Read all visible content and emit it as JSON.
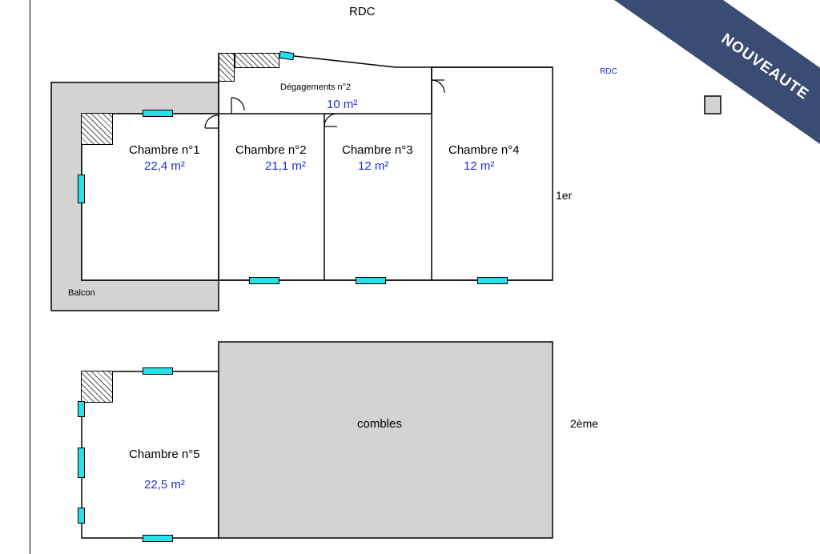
{
  "title": "RDC",
  "legend_rdc": "RDC",
  "badge": "NOUVEAUTE",
  "level_1er": "1er",
  "level_2eme": "2ème",
  "rooms": {
    "degagement": {
      "name": "Dégagements n°2",
      "area": "10  m²"
    },
    "chambre1": {
      "name": "Chambre n°1",
      "area": "22,4  m²"
    },
    "chambre2": {
      "name": "Chambre n°2",
      "area": "21,1  m²"
    },
    "chambre3": {
      "name": "Chambre n°3",
      "area": "12  m²"
    },
    "chambre4": {
      "name": "Chambre n°4",
      "area": "12  m²"
    },
    "chambre5": {
      "name": "Chambre n°5",
      "area": "22,5  m²"
    },
    "balcon": {
      "name": "Balcon"
    },
    "combles": {
      "name": "combles"
    }
  },
  "colors": {
    "window": "#29e0e8",
    "gray_area": "#d3d3d3",
    "area_text": "#1a2fd6",
    "ribbon": "#3a4c74"
  }
}
